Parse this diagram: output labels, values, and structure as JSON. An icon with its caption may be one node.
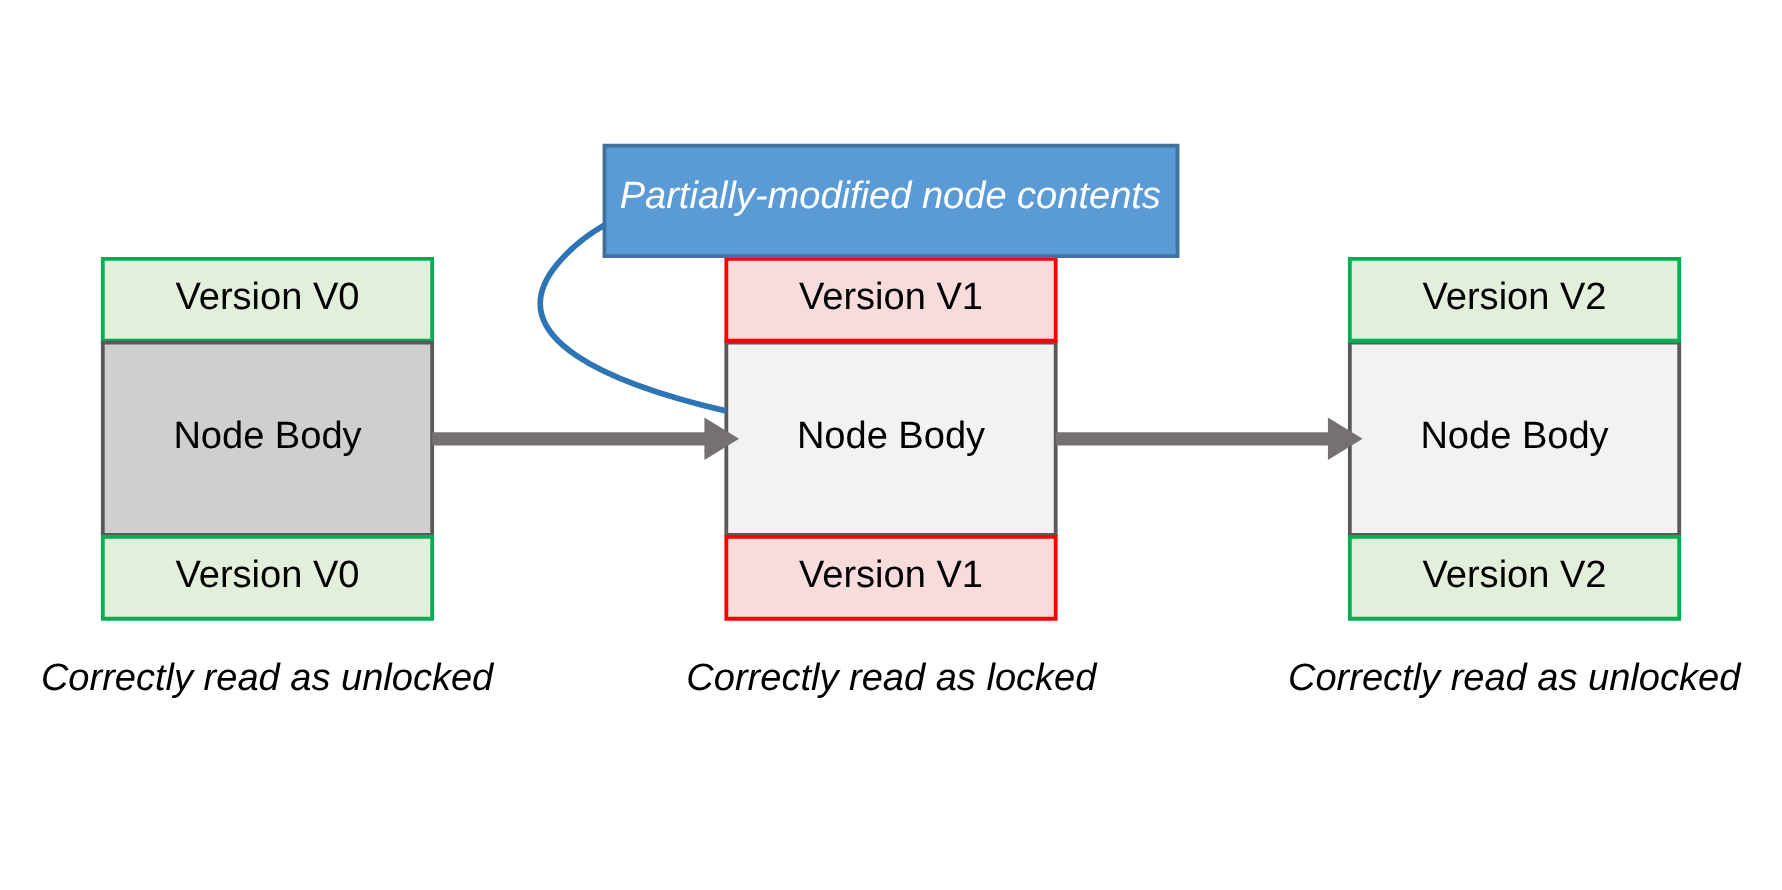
{
  "diagram": {
    "nodes": [
      {
        "text": [
          "Version V0"
        ]
      },
      {
        "text": [
          "Node Body"
        ]
      },
      {
        "text": [
          "Version V0"
        ],
        "beside": [
          "Correctly read as unlocked"
        ]
      },
      {
        "text": [
          "Version V1"
        ]
      },
      {
        "text": [
          "Node Body"
        ]
      },
      {
        "text": [
          "Version V1"
        ],
        "beside": [
          "Correctly read as locked"
        ]
      },
      {
        "text": [
          "Partially-modified node contents"
        ]
      },
      {
        "text": [
          "Version V2"
        ]
      },
      {
        "text": [
          "Node Body"
        ]
      },
      {
        "text": [
          "Version V2"
        ],
        "beside": [
          "Correctly read as unlocked"
        ]
      }
    ],
    "edges": [
      {
        "from": 1,
        "to": 4,
        "arrow": "to"
      },
      {
        "from": 6,
        "to": 4,
        "arrow": "none",
        "color": "#2e75b6"
      },
      {
        "from": 4,
        "to": 8,
        "arrow": "to"
      }
    ]
  }
}
